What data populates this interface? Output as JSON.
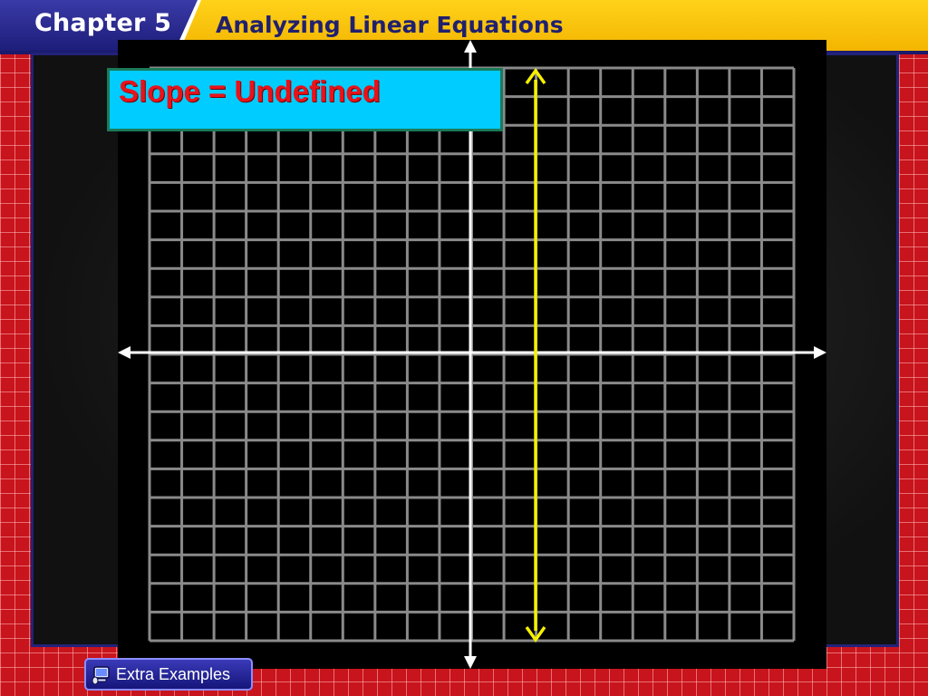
{
  "header": {
    "chapter": "Chapter 5",
    "lesson_title": "Analyzing Linear Equations"
  },
  "graph": {
    "label": "Slope = Undefined",
    "grid_lines": "on",
    "axis_arrows": "both ends",
    "line_type": "vertical",
    "colors": {
      "background": "#000000",
      "grid": "#8a8a8a",
      "axes": "#ffffff",
      "line": "#f5f000",
      "label_box": "#00ccff",
      "label_text": "#e8131a"
    }
  },
  "nav": {
    "extra_examples_label": "Extra Examples",
    "extra_examples_icon": "computer-mouse-icon"
  },
  "colors": {
    "header": "#ffd21a",
    "chapter_tab": "#2a2a92",
    "frame": "#c8141c"
  }
}
